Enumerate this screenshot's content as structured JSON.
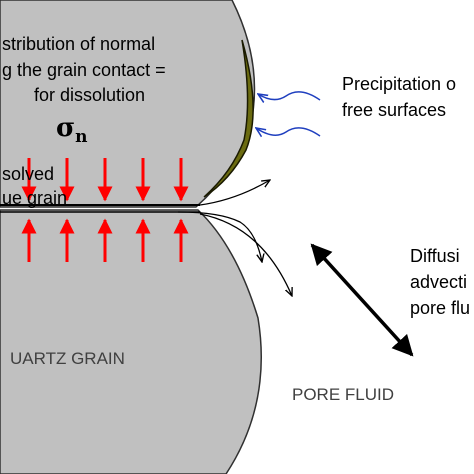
{
  "labels": {
    "normal_stress_line1": "stribution of normal",
    "normal_stress_line2": "g the grain contact =",
    "normal_stress_line3": "for dissolution",
    "dissolved_line1": "solved",
    "dissolved_line2": "ue grain",
    "sigma": "σ",
    "sigma_sub": "n",
    "precip_line1": "Precipitation o",
    "precip_line2": "free surfaces",
    "diffusion_line1": "Diffusi",
    "diffusion_line2": "advecti",
    "diffusion_line3": "pore flu",
    "quartz": "UARTZ GRAIN",
    "pore_fluid": "PORE FLUID"
  },
  "colors": {
    "grain": "#c0c0c0",
    "grain_outline": "#303030",
    "stress_arrow": "#ff0000",
    "precipitate": "#6b6b10",
    "flow_arrow": "#1f3fbf",
    "text": "#000000"
  },
  "stress_arrows": {
    "count_per_row": 5,
    "rows": [
      "down",
      "up"
    ]
  }
}
